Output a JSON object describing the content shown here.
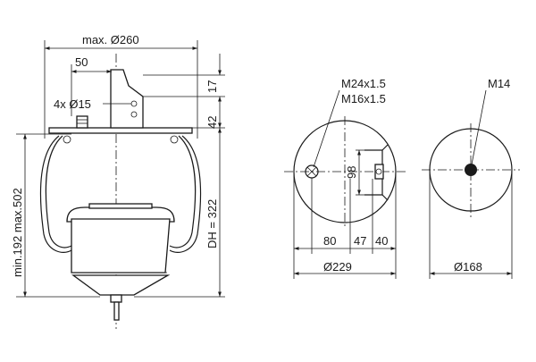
{
  "side_view": {
    "dim_overall_diameter": "max. Ø260",
    "dim_offset": "50",
    "dim_holes": "4x Ø15",
    "dim_top_stud": "17",
    "dim_top_plate": "42",
    "dim_height_range": "min.192 max.502",
    "dim_design_height": "DH = 322"
  },
  "top_view": {
    "label_thread_1": "M24x1.5",
    "label_thread_2": "M16x1.5",
    "dim_vertical": "98",
    "dim_offset_1": "80",
    "dim_offset_2": "47",
    "dim_offset_3": "40",
    "dim_diameter": "Ø229"
  },
  "bottom_view": {
    "label_thread": "M14",
    "dim_diameter": "Ø168"
  }
}
